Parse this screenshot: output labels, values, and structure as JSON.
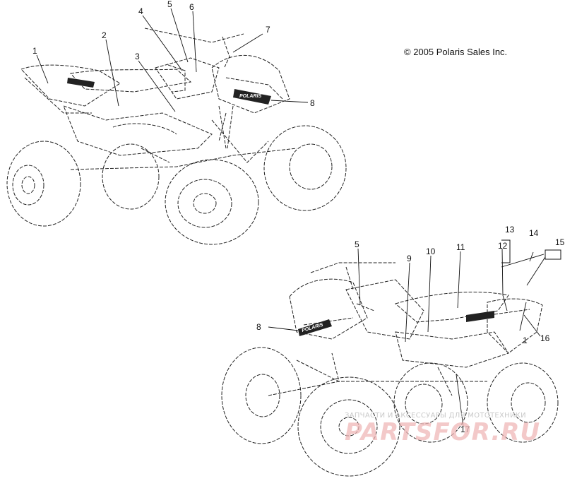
{
  "copyright": "© 2005 Polaris Sales Inc.",
  "brand_decal": "POLARIS",
  "watermark": {
    "small": "ЗАПЧАСТИ И АКСЕССУАРЫ ДЛЯ МОТОТЕХНИКИ",
    "big": "PARTSFOR.RU"
  },
  "callouts_top": [
    "1",
    "2",
    "3",
    "4",
    "5",
    "6",
    "7",
    "8"
  ],
  "callouts_bottom": [
    "5",
    "8",
    "9",
    "10",
    "11",
    "12",
    "13",
    "14",
    "15",
    "16",
    "1",
    "17"
  ]
}
